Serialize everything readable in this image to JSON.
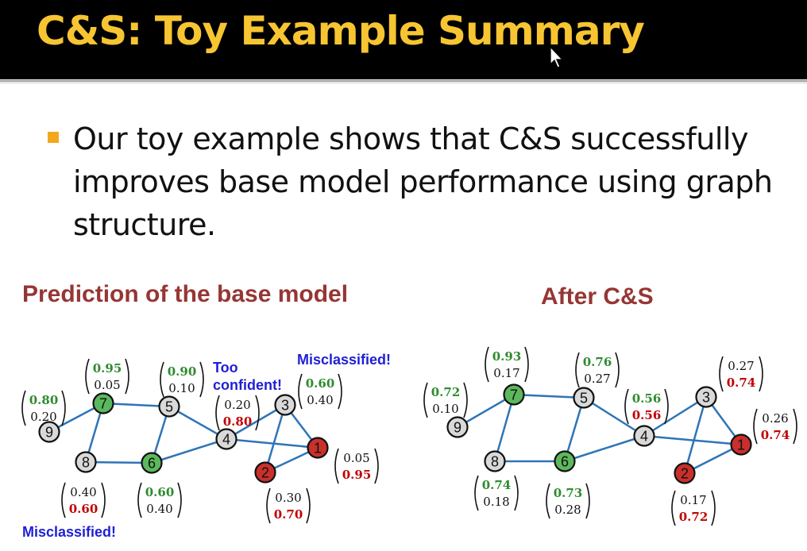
{
  "title": "C&S: Toy Example Summary",
  "bullet": "Our toy example shows that C&S successfully improves base model performance using graph structure.",
  "left_title": "Prediction of the base model",
  "right_title": "After C&S",
  "notes": {
    "too_confident": "Too confident!",
    "misclassified_top": "Misclassified!",
    "misclassified_bottom": "Misclassified!"
  },
  "colors": {
    "green": "#5cb85c",
    "red": "#c9302c",
    "gray": "#d9d9d9",
    "edge": "#2e75b6",
    "green_text": "#2e8b2e",
    "red_text": "#c00000"
  },
  "graphs": {
    "base": {
      "nodes": [
        {
          "id": "9",
          "color": "gray",
          "top": "0.80",
          "bottom": "0.20",
          "top_color": "green",
          "bottom_color": "black"
        },
        {
          "id": "7",
          "color": "green",
          "top": "0.95",
          "bottom": "0.05",
          "top_color": "green",
          "bottom_color": "black"
        },
        {
          "id": "5",
          "color": "gray",
          "top": "0.90",
          "bottom": "0.10",
          "top_color": "green",
          "bottom_color": "black"
        },
        {
          "id": "4",
          "color": "gray",
          "top": "0.20",
          "bottom": "0.80",
          "top_color": "black",
          "bottom_color": "red"
        },
        {
          "id": "3",
          "color": "gray",
          "top": "0.60",
          "bottom": "0.40",
          "top_color": "green",
          "bottom_color": "black"
        },
        {
          "id": "1",
          "color": "red",
          "top": "0.05",
          "bottom": "0.95",
          "top_color": "black",
          "bottom_color": "red"
        },
        {
          "id": "2",
          "color": "red",
          "top": "0.30",
          "bottom": "0.70",
          "top_color": "black",
          "bottom_color": "red"
        },
        {
          "id": "8",
          "color": "gray",
          "top": "0.40",
          "bottom": "0.60",
          "top_color": "black",
          "bottom_color": "red"
        },
        {
          "id": "6",
          "color": "green",
          "top": "0.60",
          "bottom": "0.40",
          "top_color": "green",
          "bottom_color": "black"
        }
      ],
      "edges": [
        [
          "9",
          "7"
        ],
        [
          "7",
          "5"
        ],
        [
          "7",
          "8"
        ],
        [
          "8",
          "6"
        ],
        [
          "5",
          "6"
        ],
        [
          "6",
          "4"
        ],
        [
          "5",
          "4"
        ],
        [
          "4",
          "3"
        ],
        [
          "4",
          "1"
        ],
        [
          "3",
          "1"
        ],
        [
          "3",
          "2"
        ],
        [
          "2",
          "1"
        ]
      ]
    },
    "after": {
      "nodes": [
        {
          "id": "9",
          "color": "gray",
          "top": "0.72",
          "bottom": "0.10",
          "top_color": "green",
          "bottom_color": "black"
        },
        {
          "id": "7",
          "color": "green",
          "top": "0.93",
          "bottom": "0.17",
          "top_color": "green",
          "bottom_color": "black"
        },
        {
          "id": "5",
          "color": "gray",
          "top": "0.76",
          "bottom": "0.27",
          "top_color": "green",
          "bottom_color": "black"
        },
        {
          "id": "4",
          "color": "gray",
          "top": "0.56",
          "bottom": "0.56",
          "top_color": "green",
          "bottom_color": "red"
        },
        {
          "id": "3",
          "color": "gray",
          "top": "0.27",
          "bottom": "0.74",
          "top_color": "black",
          "bottom_color": "red"
        },
        {
          "id": "1",
          "color": "red",
          "top": "0.26",
          "bottom": "0.74",
          "top_color": "black",
          "bottom_color": "red"
        },
        {
          "id": "2",
          "color": "red",
          "top": "0.17",
          "bottom": "0.72",
          "top_color": "black",
          "bottom_color": "red"
        },
        {
          "id": "8",
          "color": "gray",
          "top": "0.74",
          "bottom": "0.18",
          "top_color": "green",
          "bottom_color": "black"
        },
        {
          "id": "6",
          "color": "green",
          "top": "0.73",
          "bottom": "0.28",
          "top_color": "green",
          "bottom_color": "black"
        }
      ],
      "edges": [
        [
          "9",
          "7"
        ],
        [
          "7",
          "5"
        ],
        [
          "7",
          "8"
        ],
        [
          "8",
          "6"
        ],
        [
          "5",
          "6"
        ],
        [
          "6",
          "4"
        ],
        [
          "5",
          "4"
        ],
        [
          "4",
          "3"
        ],
        [
          "4",
          "1"
        ],
        [
          "3",
          "1"
        ],
        [
          "3",
          "2"
        ],
        [
          "2",
          "1"
        ]
      ]
    }
  }
}
